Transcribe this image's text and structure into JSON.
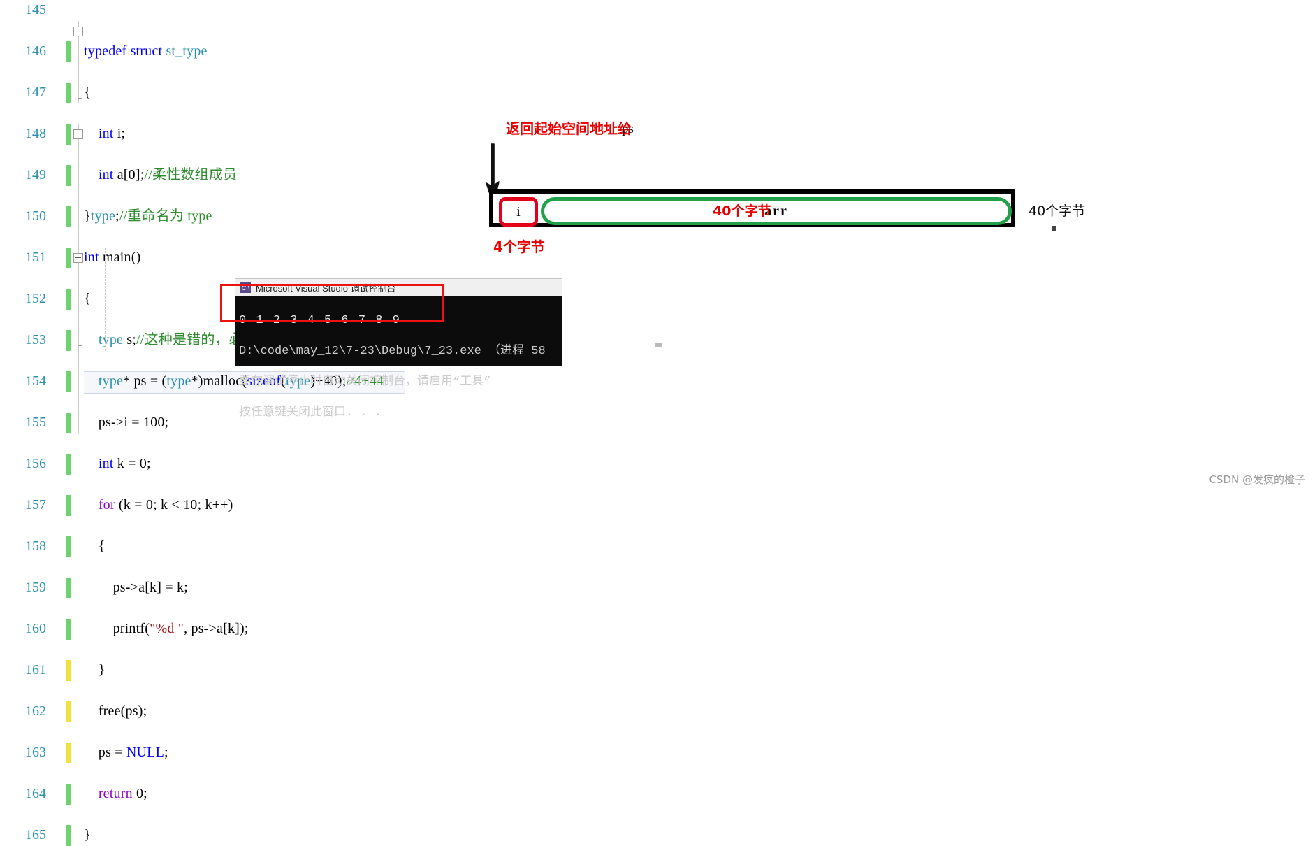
{
  "editor": {
    "lines": [
      {
        "num": "145",
        "bar": "none",
        "text": "",
        "indent": 0
      },
      {
        "num": "146",
        "bar": "green",
        "segs": [
          {
            "t": "typedef ",
            "c": "kw"
          },
          {
            "t": "struct ",
            "c": "kw"
          },
          {
            "t": "st_type",
            "c": "ty"
          }
        ]
      },
      {
        "num": "147",
        "bar": "green",
        "segs": [
          {
            "t": "{",
            "c": "pl"
          }
        ]
      },
      {
        "num": "148",
        "bar": "green",
        "segs": [
          {
            "t": "    ",
            "c": "pl"
          },
          {
            "t": "int",
            "c": "kw"
          },
          {
            "t": " i;",
            "c": "pl"
          }
        ]
      },
      {
        "num": "149",
        "bar": "green",
        "segs": [
          {
            "t": "    ",
            "c": "pl"
          },
          {
            "t": "int",
            "c": "kw"
          },
          {
            "t": " a[0];",
            "c": "pl"
          },
          {
            "t": "//柔性数组成员",
            "c": "cm"
          }
        ]
      },
      {
        "num": "150",
        "bar": "green",
        "segs": [
          {
            "t": "}",
            "c": "pl"
          },
          {
            "t": "type",
            "c": "ty"
          },
          {
            "t": ";",
            "c": "pl"
          },
          {
            "t": "//重命名为 type",
            "c": "cm"
          }
        ]
      },
      {
        "num": "151",
        "bar": "green",
        "segs": [
          {
            "t": "int",
            "c": "kw"
          },
          {
            "t": " main()",
            "c": "pl"
          }
        ]
      },
      {
        "num": "152",
        "bar": "green",
        "segs": [
          {
            "t": "{",
            "c": "pl"
          }
        ]
      },
      {
        "num": "153",
        "bar": "green",
        "segs": [
          {
            "t": "    ",
            "c": "pl"
          },
          {
            "t": "type",
            "c": "ty"
          },
          {
            "t": " s;",
            "c": "pl"
          },
          {
            "t": "//这种是错的，必须由malloc分配空间",
            "c": "cm"
          }
        ]
      },
      {
        "num": "154",
        "bar": "green",
        "segs": [
          {
            "t": "    ",
            "c": "pl"
          },
          {
            "t": "type",
            "c": "ty"
          },
          {
            "t": "* ps = (",
            "c": "pl"
          },
          {
            "t": "type",
            "c": "ty"
          },
          {
            "t": "*)malloc(",
            "c": "pl"
          },
          {
            "t": "sizeof",
            "c": "kw"
          },
          {
            "t": "(",
            "c": "pl"
          },
          {
            "t": "type",
            "c": "ty"
          },
          {
            "t": ")+40);",
            "c": "pl"
          },
          {
            "t": "//4+44",
            "c": "cm"
          }
        ]
      },
      {
        "num": "155",
        "bar": "green",
        "segs": [
          {
            "t": "    ps->i = 100;",
            "c": "pl"
          }
        ]
      },
      {
        "num": "156",
        "bar": "green",
        "segs": [
          {
            "t": "    ",
            "c": "pl"
          },
          {
            "t": "int",
            "c": "kw"
          },
          {
            "t": " k = 0;",
            "c": "pl"
          }
        ]
      },
      {
        "num": "157",
        "bar": "green",
        "segs": [
          {
            "t": "    ",
            "c": "pl"
          },
          {
            "t": "for",
            "c": "ctl"
          },
          {
            "t": " (k = 0; k < 10; k++)",
            "c": "pl"
          }
        ]
      },
      {
        "num": "158",
        "bar": "green",
        "segs": [
          {
            "t": "    {",
            "c": "pl"
          }
        ]
      },
      {
        "num": "159",
        "bar": "green",
        "segs": [
          {
            "t": "        ps->a[k] = k;",
            "c": "pl"
          }
        ]
      },
      {
        "num": "160",
        "bar": "green",
        "segs": [
          {
            "t": "        printf(",
            "c": "pl"
          },
          {
            "t": "\"%d \"",
            "c": "st"
          },
          {
            "t": ", ps->a[k]);",
            "c": "pl"
          }
        ]
      },
      {
        "num": "161",
        "bar": "yellow",
        "segs": [
          {
            "t": "    }",
            "c": "pl"
          }
        ]
      },
      {
        "num": "162",
        "bar": "yellow",
        "segs": [
          {
            "t": "    free(ps);",
            "c": "pl"
          }
        ]
      },
      {
        "num": "163",
        "bar": "yellow",
        "segs": [
          {
            "t": "    ps = ",
            "c": "pl"
          },
          {
            "t": "NULL",
            "c": "kw"
          },
          {
            "t": ";",
            "c": "pl"
          }
        ]
      },
      {
        "num": "164",
        "bar": "green",
        "segs": [
          {
            "t": "    ",
            "c": "pl"
          },
          {
            "t": "return",
            "c": "ctl"
          },
          {
            "t": " 0;",
            "c": "pl"
          }
        ]
      },
      {
        "num": "165",
        "bar": "green",
        "segs": [
          {
            "t": "}",
            "c": "pl"
          }
        ]
      }
    ]
  },
  "diagram": {
    "return_note_cn": "返回起始空间地址给",
    "return_note_var": "ps",
    "cell_i_label": "i",
    "cell_arr_label": "arr",
    "arr_bytes_label": "40个字节",
    "i_bytes_label": "4个字节",
    "right_bytes_label": "40个字节",
    "colors": {
      "annotation_red": "#e60000",
      "cell_i_border": "#e2001a",
      "cell_arr_border": "#22a14a",
      "box_border": "#000000"
    }
  },
  "console": {
    "icon_label": "C:\\",
    "title": "Microsoft Visual Studio 调试控制台",
    "output_line1": "0 1 2 3 4 5 6 7 8 9",
    "output_line2": "D:\\code\\may_12\\7-23\\Debug\\7_23.exe （进程 58",
    "output_line3": "要在调试停止时自动关闭控制台，请启用“工具”",
    "output_line4": "按任意键关闭此窗口. . ."
  },
  "watermark": {
    "text": "CSDN @发疯的橙子"
  }
}
